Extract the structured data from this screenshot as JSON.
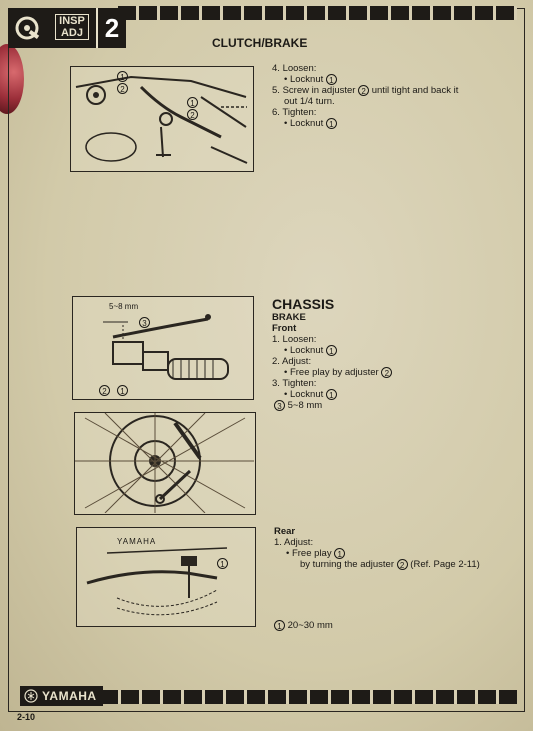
{
  "header": {
    "tab_line1": "INSP",
    "tab_line2": "ADJ",
    "chapter": "2",
    "section_title": "CLUTCH/BRAKE"
  },
  "clutch_steps": [
    {
      "num": "4.",
      "label": "Loosen:"
    },
    {
      "bullet": "• Locknut",
      "ref": "1"
    },
    {
      "num": "5.",
      "label": "Screw in adjuster",
      "ref": "2",
      "rest": "until tight and back it"
    },
    {
      "cont": "out 1/4 turn."
    },
    {
      "num": "6.",
      "label": "Tighten:"
    },
    {
      "bullet": "• Locknut",
      "ref": "1"
    }
  ],
  "chassis": {
    "title": "CHASSIS",
    "subtitle": "BRAKE",
    "front_label": "Front",
    "front_steps": {
      "s1": "1. Loosen:",
      "s1b": "• Locknut",
      "s1r": "1",
      "s2": "2. Adjust:",
      "s2b": "• Free play by adjuster",
      "s2r": "2",
      "s3": "3. Tighten:",
      "s3b": "• Locknut",
      "s3r": "1",
      "note_ref": "3",
      "note": "5~8 mm"
    },
    "rear_label": "Rear",
    "rear_steps": {
      "s1": "1. Adjust:",
      "s1b": "• Free play",
      "s1r": "1",
      "s1c_pre": "by turning the adjuster",
      "s1c_ref": "2",
      "s1c_post": "(Ref. Page 2-11)",
      "note_ref": "1",
      "note": "20~30 mm"
    }
  },
  "illustrations": {
    "front_dim": "5~8 mm",
    "front_callout3": "3",
    "rear_brand": "YAMAHA",
    "callouts": [
      "1",
      "2"
    ]
  },
  "footer": {
    "brand": "YAMAHA",
    "page": "2-10"
  },
  "colors": {
    "paper": "#d8d0b4",
    "ink": "#1c1a16"
  }
}
